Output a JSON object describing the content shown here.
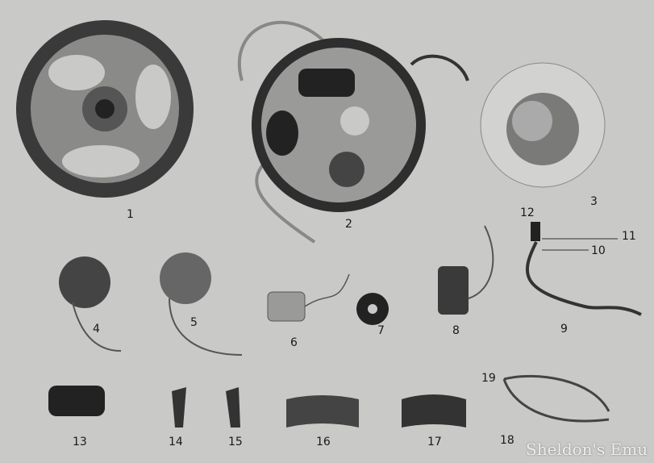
{
  "labels": {
    "p1": "1",
    "p2": "2",
    "p3": "3",
    "p4": "4",
    "p5": "5",
    "p6": "6",
    "p7": "7",
    "p8": "8",
    "p9": "9",
    "p10": "10",
    "p11": "11",
    "p12": "12",
    "p13": "13",
    "p14": "14",
    "p15": "15",
    "p16": "16",
    "p17": "17",
    "p18": "18",
    "p19": "19"
  },
  "watermark": "Sheldon's Emu",
  "colors": {
    "background": "#c9c9c7",
    "metal_dark": "#2a2a2a",
    "metal_mid": "#7a7a78"
  }
}
